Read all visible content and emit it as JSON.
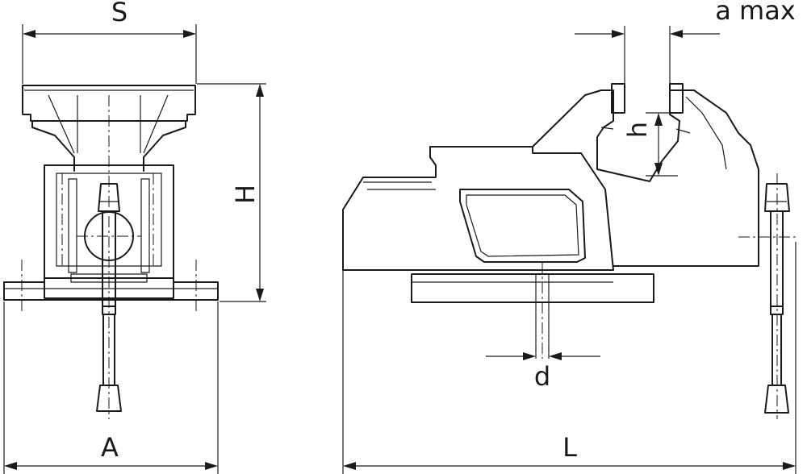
{
  "labels": {
    "S": "S",
    "a_max": "a max",
    "H": "H",
    "h": "h",
    "d": "d",
    "A": "A",
    "L": "L"
  },
  "colors": {
    "line": "#1a1a1a",
    "background": "#ffffff"
  }
}
